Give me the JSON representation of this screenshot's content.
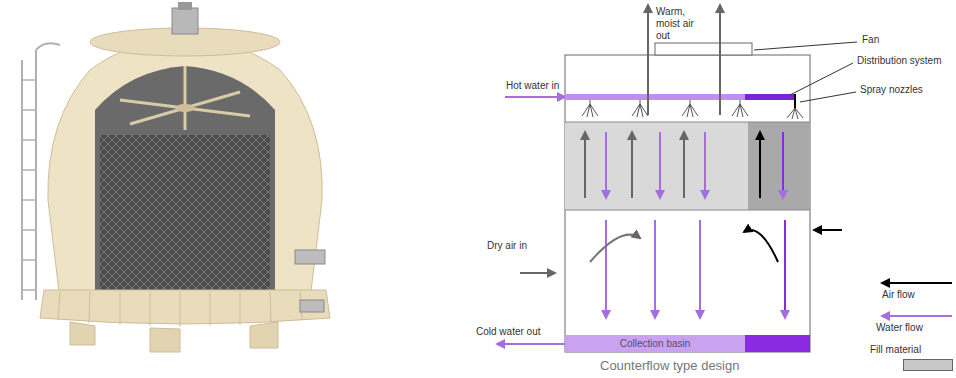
{
  "diagram": {
    "caption": "Counterflow type design",
    "nodes": [
      {
        "text": [
          "Collection basin"
        ]
      }
    ],
    "labels": [
      "Warm, moist air out",
      "Fan",
      "Distribution system",
      "Spray nozzles",
      "Hot water in",
      "Dry air in",
      "Cold water out"
    ],
    "legend": [
      {
        "text": "Air flow"
      },
      {
        "text": "Water flow"
      },
      {
        "text": "Fill material",
        "color": "#c8c8c8"
      }
    ]
  }
}
